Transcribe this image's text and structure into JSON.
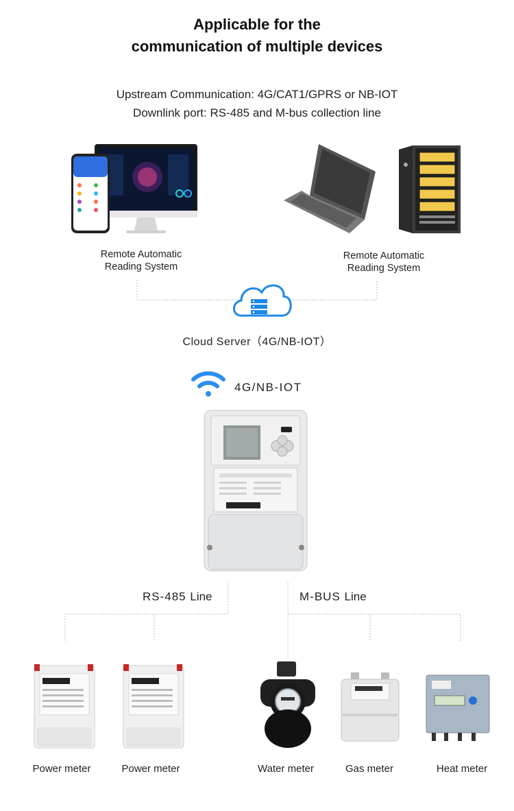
{
  "header": {
    "title_line1": "Applicable for the",
    "title_line2": "communication of multiple devices",
    "upstream": "Upstream Communication: 4G/CAT1/GPRS or NB-IOT",
    "downlink": "Downlink port: RS-485 and M-bus collection line"
  },
  "systems": {
    "left_caption_l1": "Remote Automatic",
    "left_caption_l2": "Reading System",
    "right_caption_l1": "Remote Automatic",
    "right_caption_l2": "Reading System"
  },
  "cloud": {
    "label": "Cloud Server（4G/NB-IOT）"
  },
  "concentrator": {
    "wireless_label": "4G/NB-IOT"
  },
  "lines": {
    "rs485_prefix": "RS-485",
    "rs485_suffix": "Line",
    "mbus_prefix": "M-BUS",
    "mbus_suffix": "Line"
  },
  "devices": [
    {
      "label": "Power meter"
    },
    {
      "label": "Power meter"
    },
    {
      "label": "Water meter"
    },
    {
      "label": "Gas meter"
    },
    {
      "label": "Heat meter"
    }
  ],
  "colors": {
    "accent": "#1e88e5",
    "dotted_line": "#bdbdbd"
  }
}
